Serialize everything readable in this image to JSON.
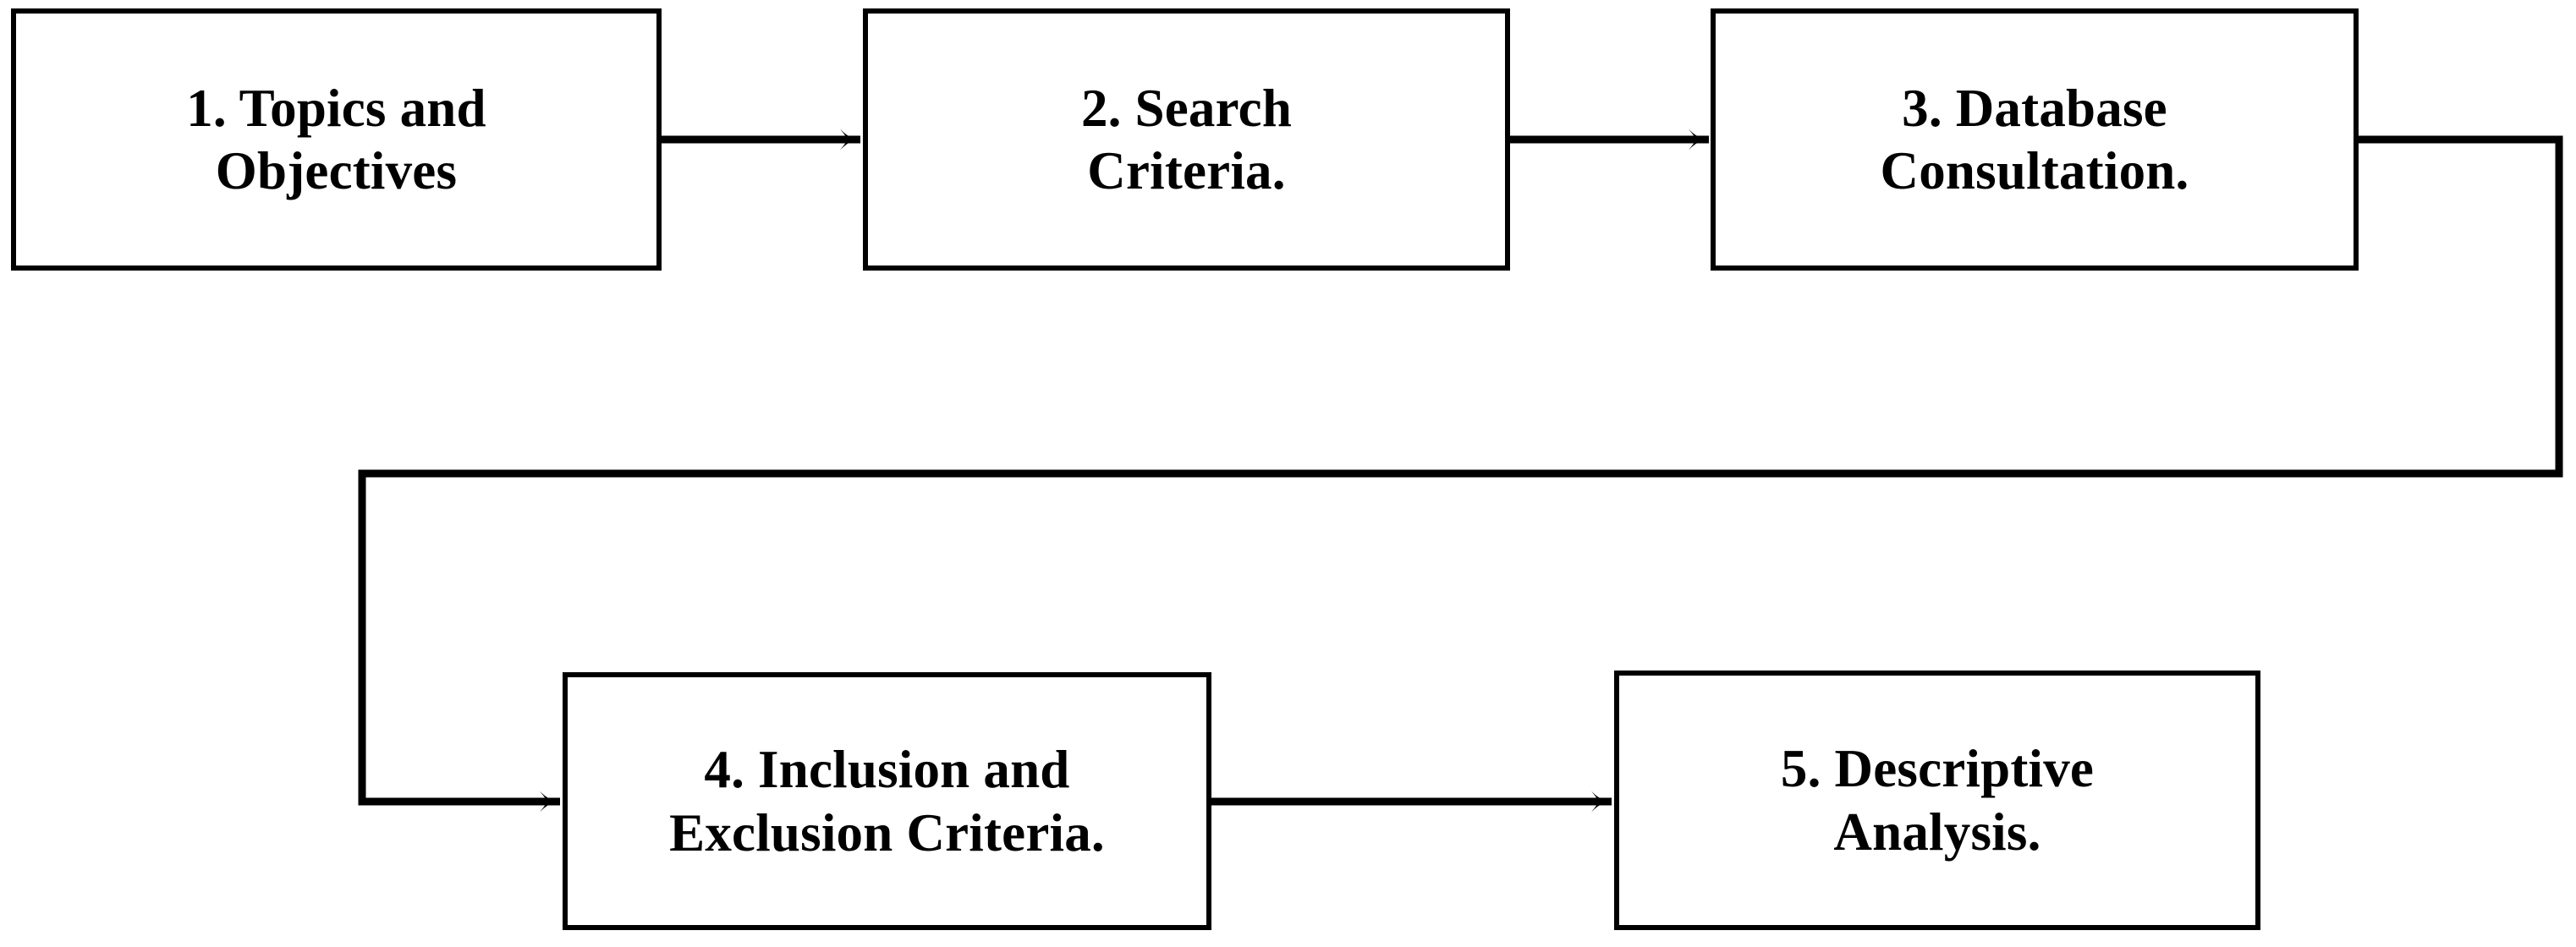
{
  "diagram": {
    "type": "flowchart",
    "orientation": "left-to-right with wrap-around",
    "background_color": "#ffffff",
    "line_color": "#000000",
    "text_color": "#000000",
    "nodes": [
      {
        "id": "node-1",
        "number": "1.",
        "label": "1.  Topics and\nObjectives",
        "shape": "rectangle"
      },
      {
        "id": "node-2",
        "number": "2.",
        "label": "2.  Search\nCriteria.",
        "shape": "rectangle"
      },
      {
        "id": "node-3",
        "number": "3.",
        "label": "3.  Database\nConsultation.",
        "shape": "rectangle"
      },
      {
        "id": "node-4",
        "number": "4.",
        "label": "4.  Inclusion and\nExclusion Criteria.",
        "shape": "rectangle"
      },
      {
        "id": "node-5",
        "number": "5.",
        "label": "5.  Descriptive\nAnalysis.",
        "shape": "rectangle"
      }
    ],
    "connectors": [
      {
        "id": "edge-1-2",
        "from": "node-1",
        "to": "node-2",
        "style": "straight-arrow"
      },
      {
        "id": "edge-2-3",
        "from": "node-2",
        "to": "node-3",
        "style": "straight-arrow"
      },
      {
        "id": "edge-3-4",
        "from": "node-3",
        "to": "node-4",
        "style": "elbow-wraparound-arrow"
      },
      {
        "id": "edge-4-5",
        "from": "node-4",
        "to": "node-5",
        "style": "straight-arrow"
      }
    ]
  }
}
